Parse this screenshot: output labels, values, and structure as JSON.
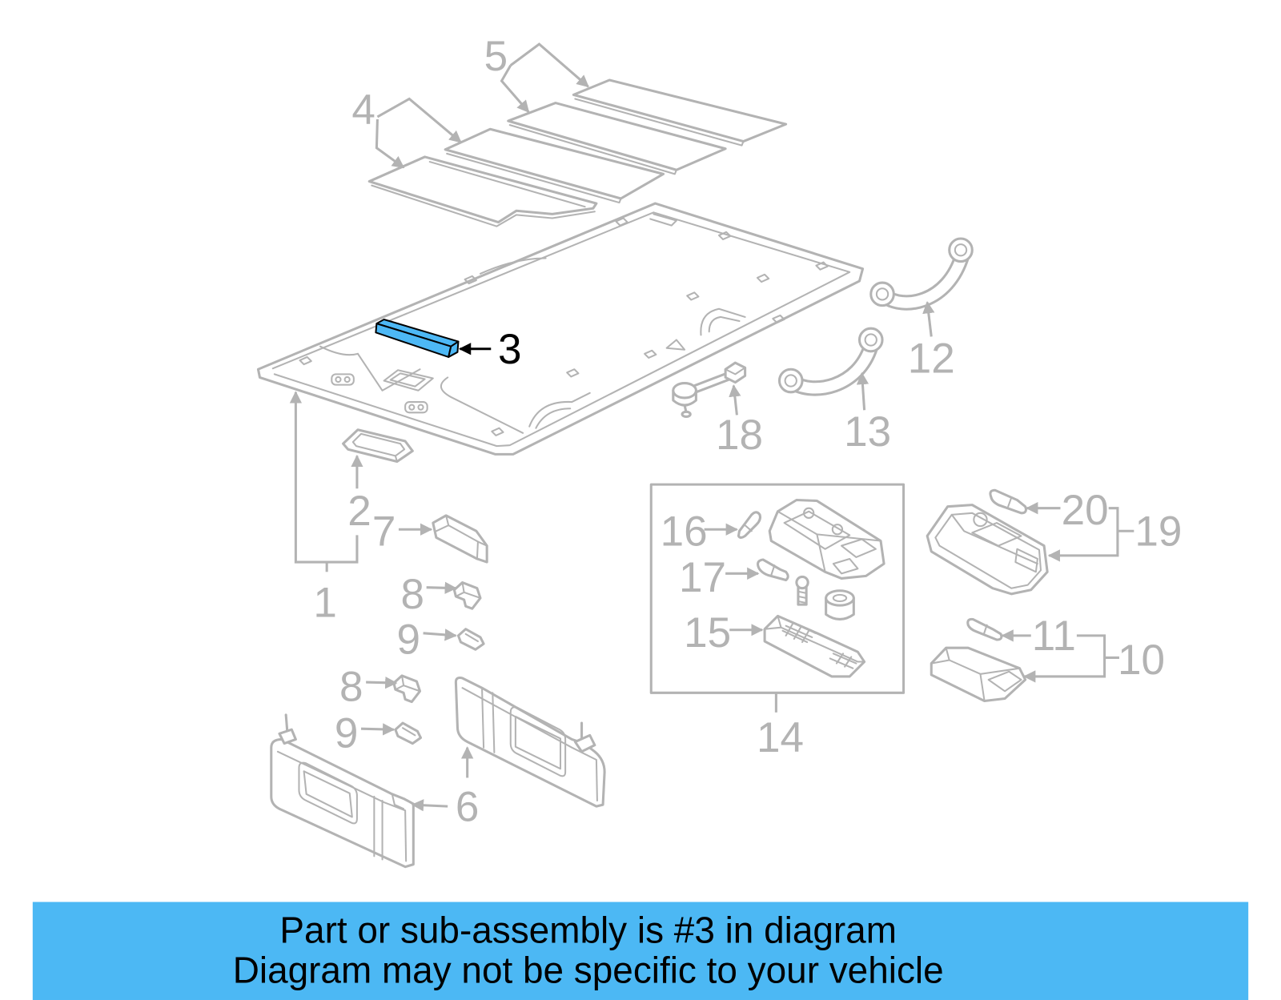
{
  "callouts": {
    "c1": "1",
    "c2": "2",
    "c3": "3",
    "c4": "4",
    "c5": "5",
    "c6": "6",
    "c7": "7",
    "c8_upper": "8",
    "c8_lower": "8",
    "c9_upper": "9",
    "c9_lower": "9",
    "c10": "10",
    "c11": "11",
    "c12": "12",
    "c13": "13",
    "c14": "14",
    "c15": "15",
    "c16": "16",
    "c17": "17",
    "c18": "18",
    "c19": "19",
    "c20": "20"
  },
  "banner": {
    "line1": "Part or sub-assembly is #3 in diagram",
    "line2": "Diagram may not be specific to your vehicle"
  },
  "colors": {
    "line": "#b3b3b3",
    "highlight": "#4db8f5",
    "highlight_outline": "#000000",
    "banner": "#4cb8f4",
    "text": "#000000"
  }
}
